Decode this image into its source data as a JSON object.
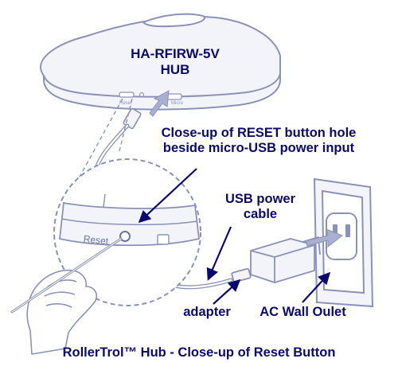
{
  "hub": {
    "model": "HA-RFIRW-5V",
    "type": "HUB",
    "port_label_left": "Reset",
    "port_label_right": "Micro"
  },
  "callout": {
    "line1": "Close-up of RESET button hole",
    "line2": "beside micro-USB power input"
  },
  "closeup": {
    "reset_label": "Reset"
  },
  "cable": {
    "line1": "USB power",
    "line2": "cable"
  },
  "adapter_label": "adapter",
  "outlet_label": "AC Wall Oulet",
  "caption": "RollerTrol™ Hub - Close-up of Reset Button",
  "colors": {
    "ink": "#0a0a6e",
    "line": "#8a92b8",
    "fill": "#f3f4fa",
    "arrow": "#a8afcf"
  }
}
